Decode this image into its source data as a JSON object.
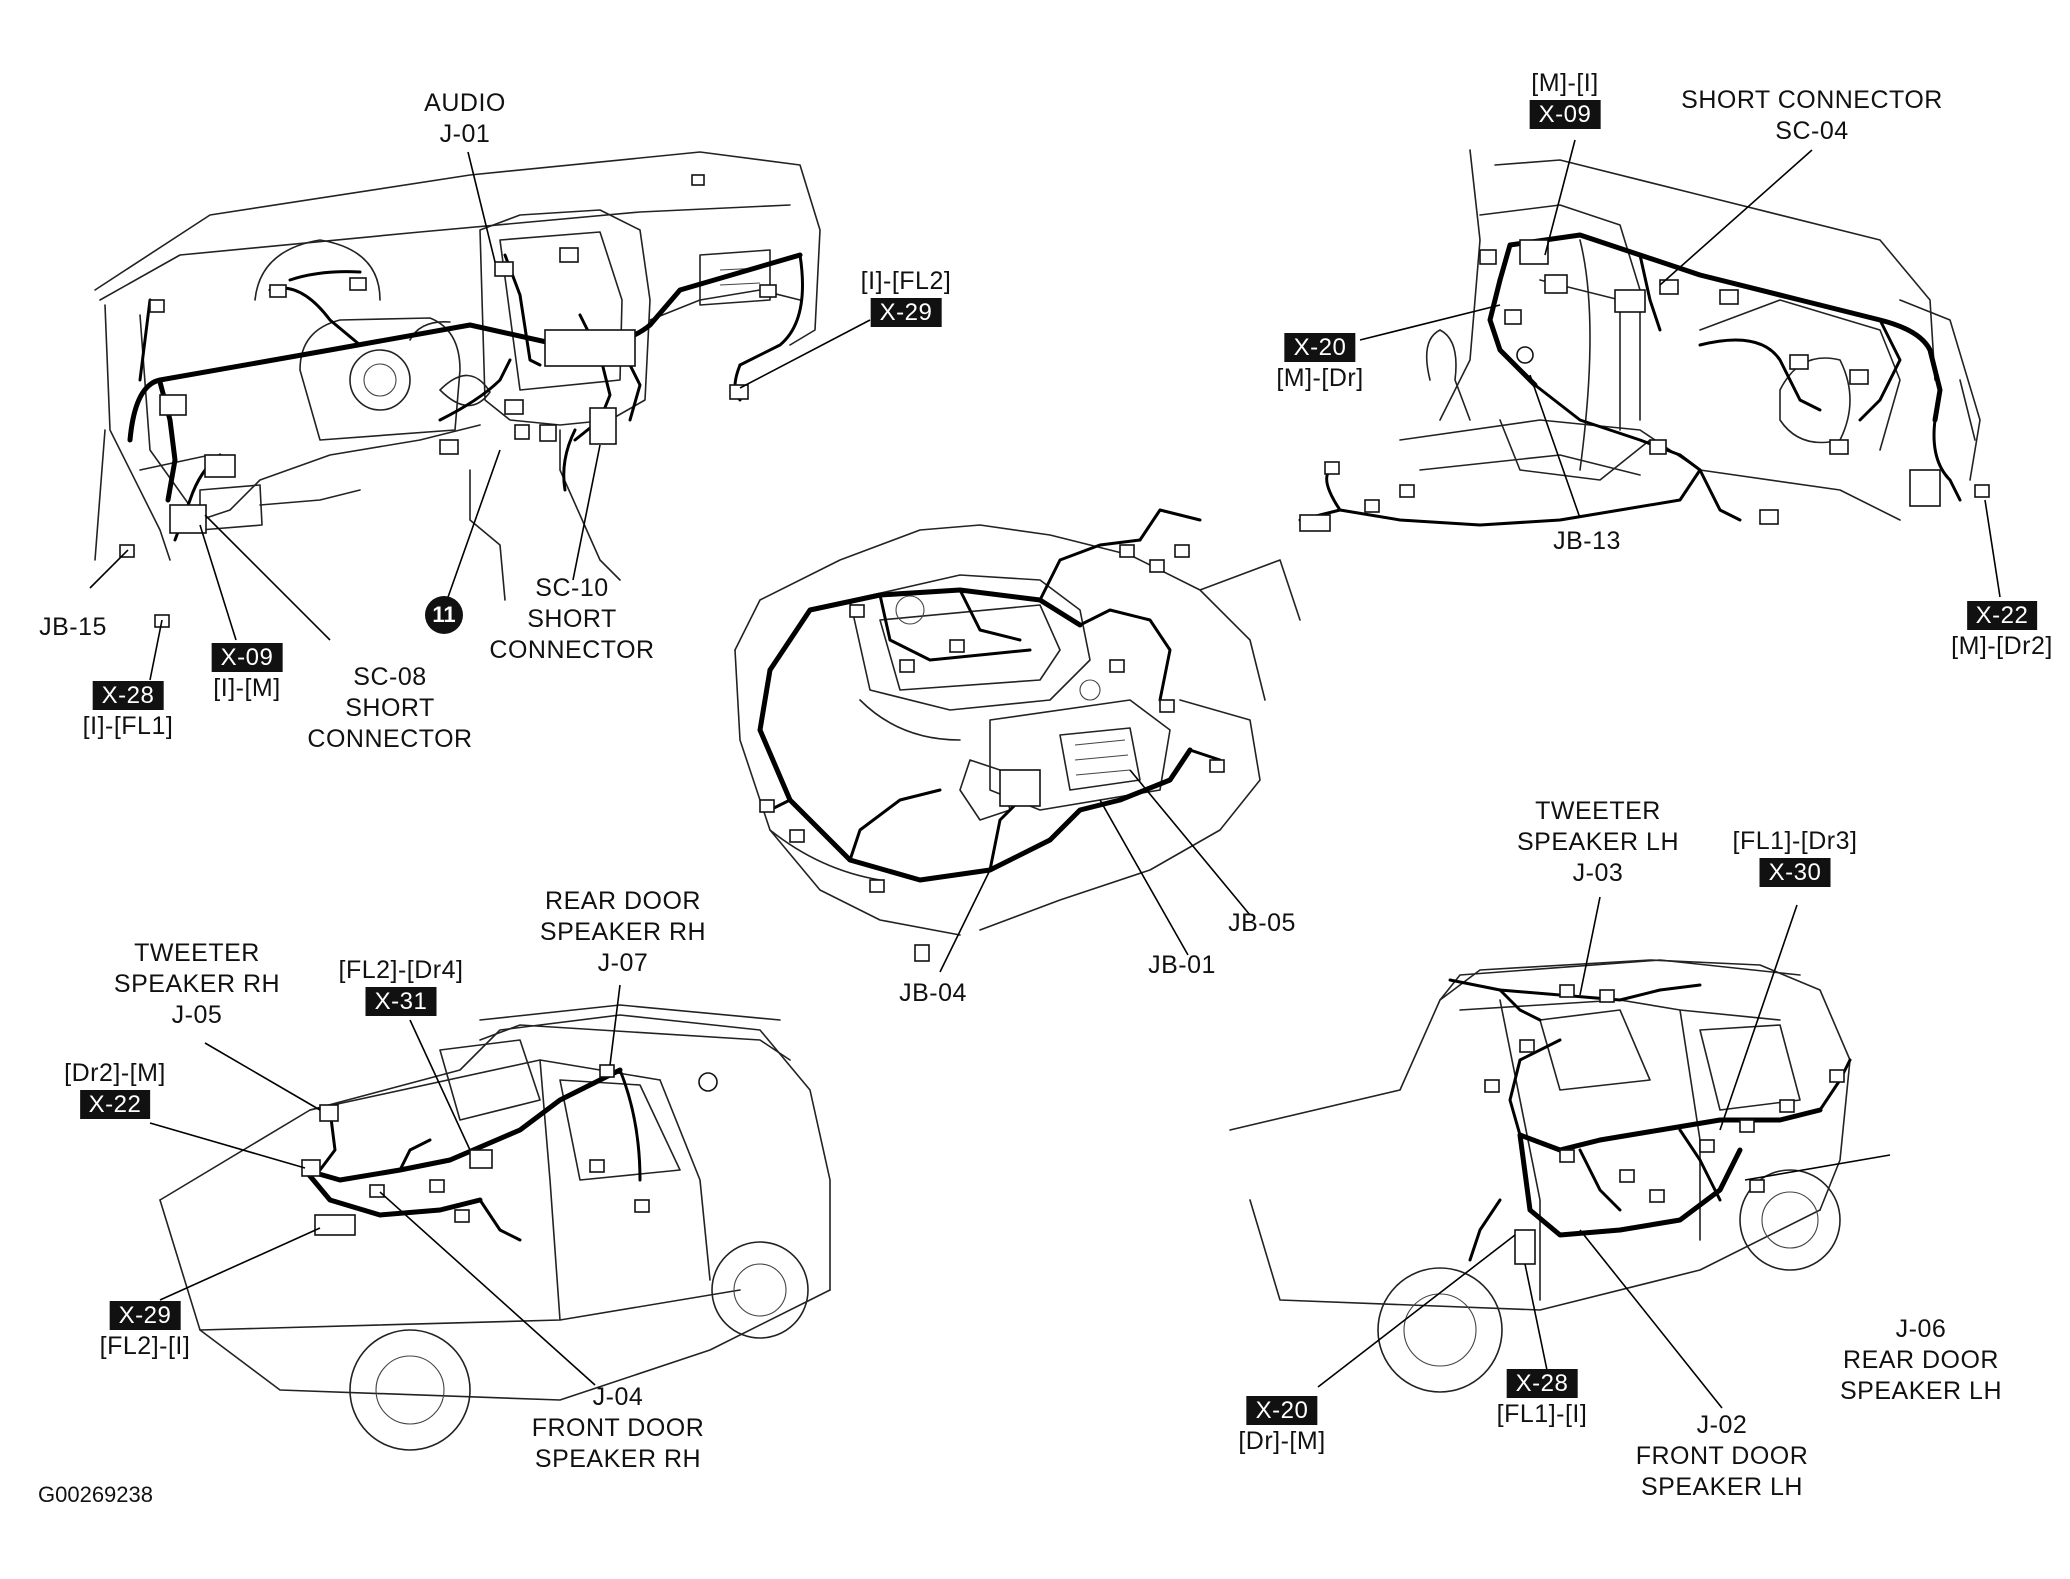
{
  "diagram_code": "G00269238",
  "badge": "11",
  "labels": {
    "audio": [
      "AUDIO",
      "J-01"
    ],
    "jb15": "JB-15",
    "x28_tl": {
      "tag": "X-28",
      "sub": "[I]-[FL1]"
    },
    "x09_tl": {
      "tag": "X-09",
      "sub": "[I]-[M]"
    },
    "sc08": [
      "SC-08",
      "SHORT",
      "CONNECTOR"
    ],
    "sc10": [
      "SC-10",
      "SHORT",
      "CONNECTOR"
    ],
    "x29_tl": {
      "top": "[I]-[FL2]",
      "tag": "X-29"
    },
    "x09_tr": {
      "top": "[M]-[I]",
      "tag": "X-09"
    },
    "sc04": [
      "SHORT CONNECTOR",
      "SC-04"
    ],
    "x20_tr": {
      "tag": "X-20",
      "sub": "[M]-[Dr]"
    },
    "jb13": "JB-13",
    "x22_tr": {
      "tag": "X-22",
      "sub": "[M]-[Dr2]"
    },
    "jb05": "JB-05",
    "jb01": "JB-01",
    "jb04": "JB-04",
    "tweeter_rh": [
      "TWEETER",
      "SPEAKER RH",
      "J-05"
    ],
    "x31": {
      "top": "[FL2]-[Dr4]",
      "tag": "X-31"
    },
    "rear_door_rh": [
      "REAR DOOR",
      "SPEAKER RH",
      "J-07"
    ],
    "x22_bl": {
      "top": "[Dr2]-[M]",
      "tag": "X-22"
    },
    "x29_bl": {
      "tag": "X-29",
      "sub": "[FL2]-[I]"
    },
    "front_door_rh": [
      "J-04",
      "FRONT DOOR",
      "SPEAKER RH"
    ],
    "tweeter_lh": [
      "TWEETER",
      "SPEAKER LH",
      "J-03"
    ],
    "x30": {
      "top": "[FL1]-[Dr3]",
      "tag": "X-30"
    },
    "rear_door_lh": [
      "J-06",
      "REAR DOOR",
      "SPEAKER LH"
    ],
    "x20_br": {
      "tag": "X-20",
      "sub": "[Dr]-[M]"
    },
    "x28_br": {
      "tag": "X-28",
      "sub": "[FL1]-[I]"
    },
    "front_door_lh": [
      "J-02",
      "FRONT DOOR",
      "SPEAKER LH"
    ]
  }
}
